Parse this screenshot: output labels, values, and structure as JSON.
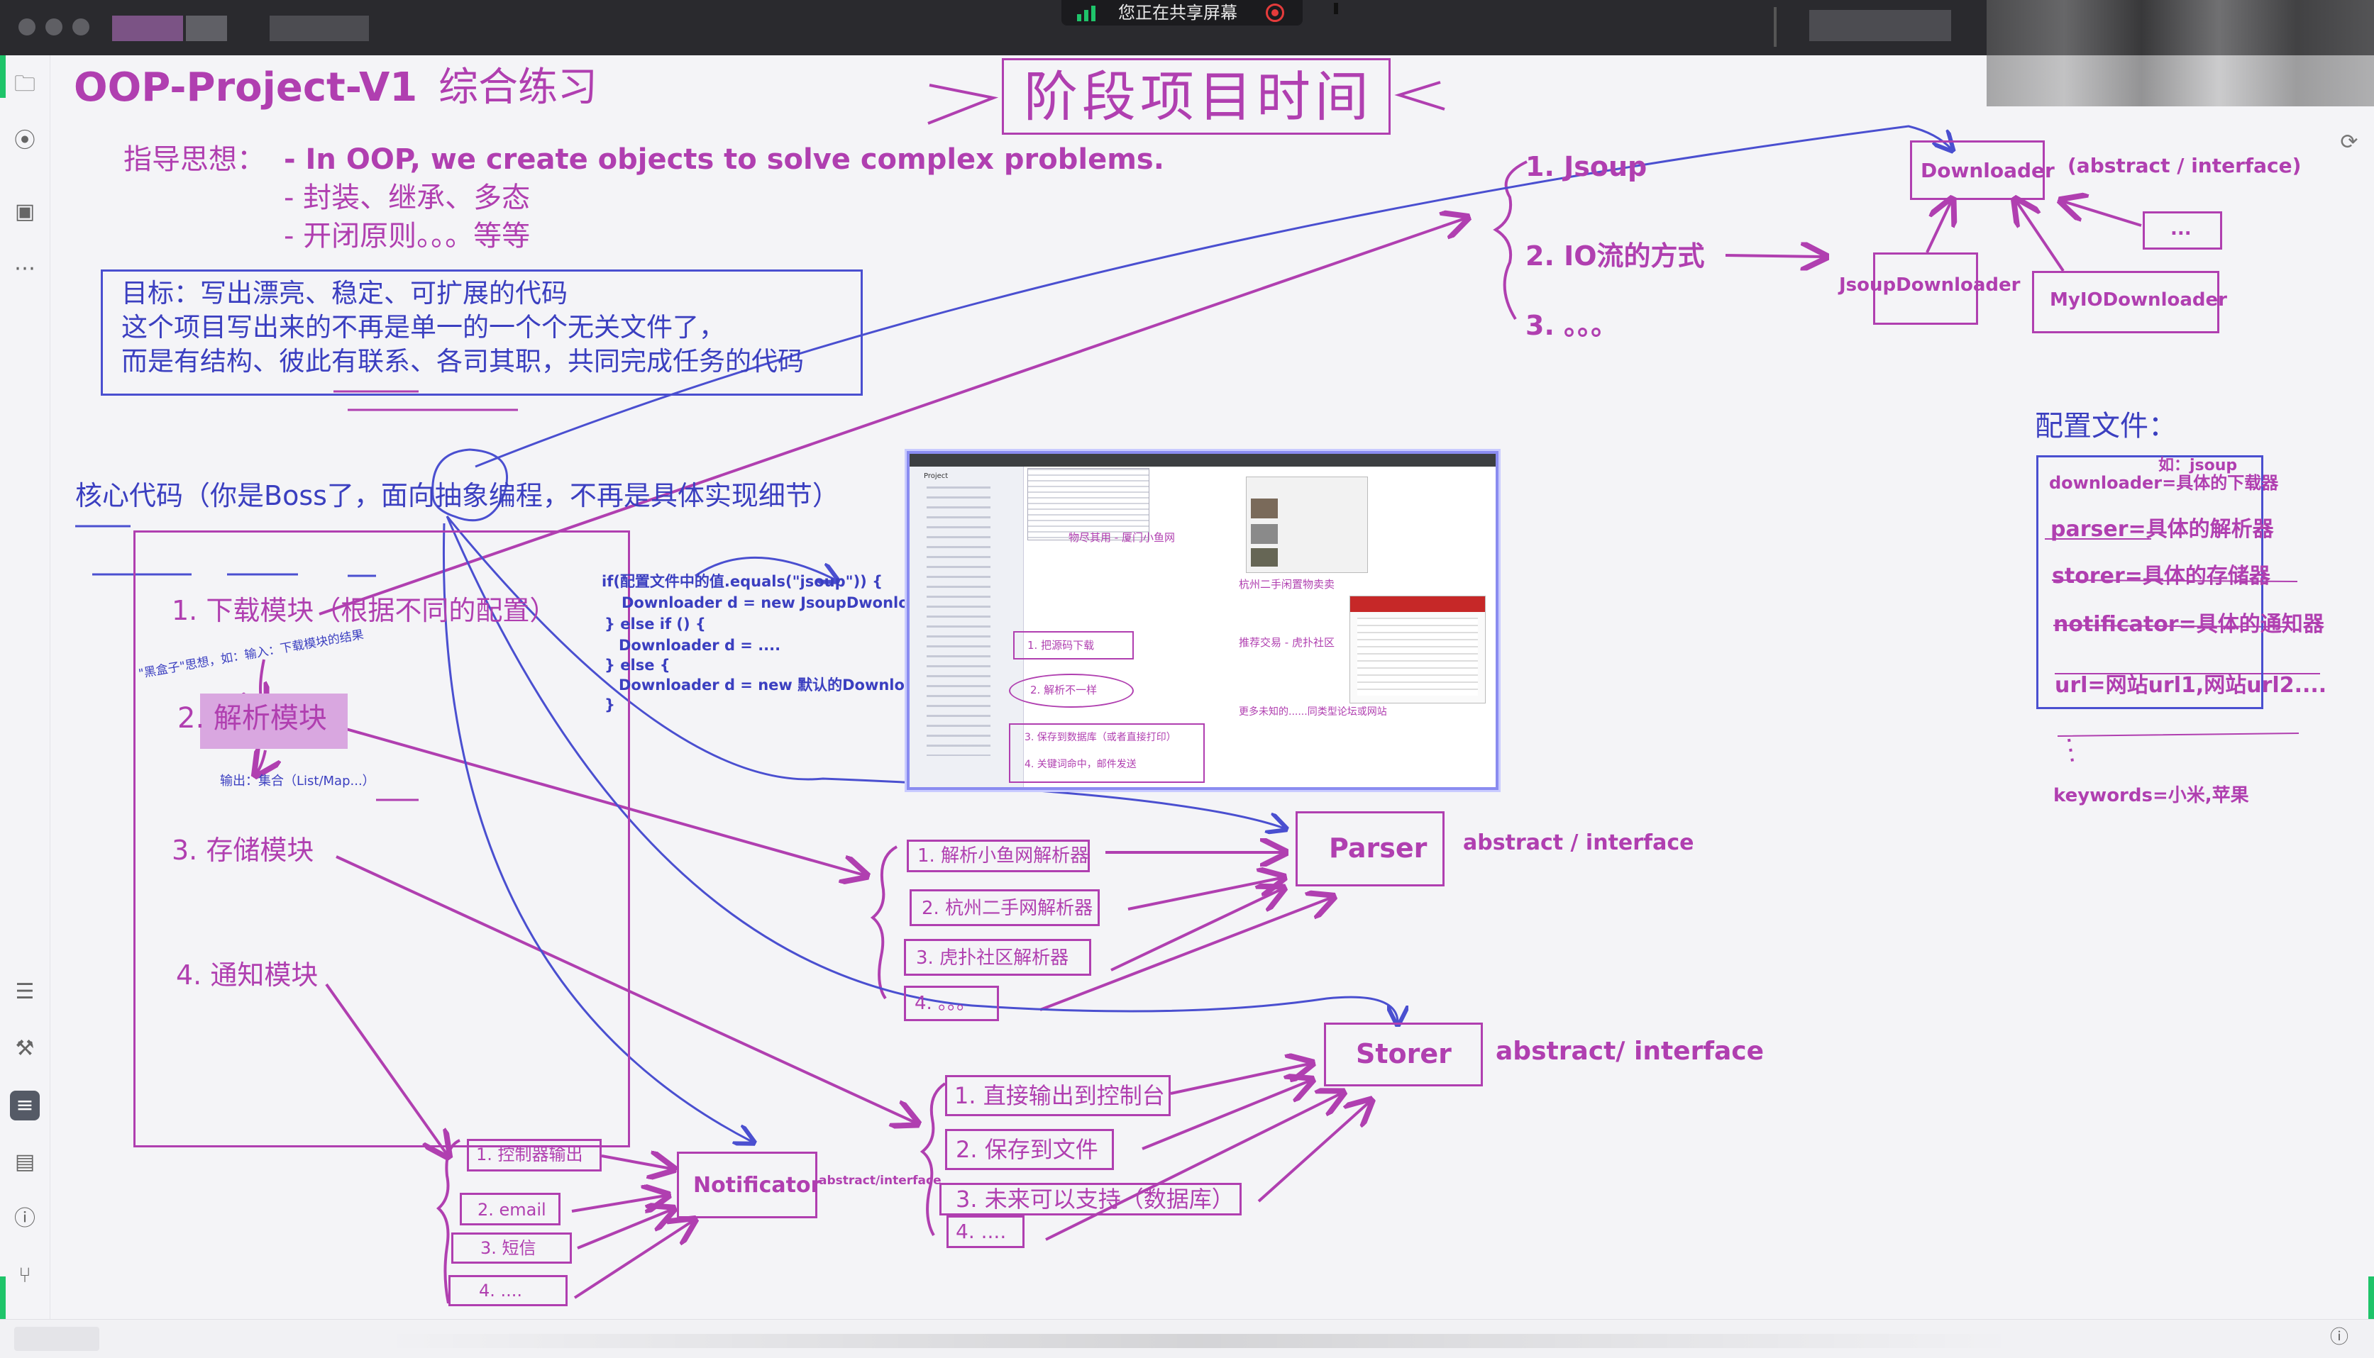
{
  "sharing": {
    "label": "您正在共享屏幕"
  },
  "title": {
    "main": "OOP-Project-V1",
    "sub": "综合练习",
    "boxed": "阶段项目时间"
  },
  "guide": {
    "label": "指导思想：",
    "items": [
      "- In OOP, we create objects to solve complex problems.",
      "- 封装、继承、多态",
      "- 开闭原则。。。等等"
    ]
  },
  "goal": {
    "lines": [
      "目标：写出漂亮、稳定、可扩展的代码",
      "这个项目写出来的不再是单一的一个个无关文件了，",
      "而是有结构、彼此有联系、各司其职，共同完成任务的代码"
    ]
  },
  "core": {
    "label": "核心代码（你是Boss了，面向抽象编程，不再是具体实现细节）"
  },
  "modules": {
    "m1": "1. 下载模块（根据不同的配置）",
    "m2": "2. 解析模块",
    "m3": "3. 存储模块",
    "m4": "4. 通知模块",
    "note_in": "\"黑盒子\"思想，如：输入：下载模块的结果",
    "note_out": "输出：集合（List/Map...）"
  },
  "code": {
    "lines": [
      "if(配置文件中的值.equals(\"jsoup\")) {",
      "Downloader d = new JsoupDwonloader();",
      "} else if () {",
      "Downloader d = ....",
      "} else {",
      "Downloader d = new 默认的Downloader();",
      "}"
    ]
  },
  "download": {
    "ways": [
      "1. Jsoup",
      "2. IO流的方式",
      "3. 。。。"
    ],
    "downloader": "Downloader",
    "abstract": "(abstract / interface)",
    "jsoup": "JsoupDownloader",
    "myio": "MyIODownloader",
    "more": "..."
  },
  "config": {
    "title": "配置文件：",
    "lines": [
      "如：jsoup",
      "downloader=具体的下载器",
      "parser=具体的解析器",
      "storer=具体的存储器",
      "notificator=具体的通知器",
      "url=网站url1,网站url2...."
    ],
    "dots": "：",
    "keywords": "keywords=小米,苹果"
  },
  "parser": {
    "name": "Parser",
    "abstract": "abstract / interface",
    "items": [
      "1. 解析小鱼网解析器",
      "2. 杭州二手网解析器",
      "3. 虎扑社区解析器",
      "4. 。。。"
    ]
  },
  "storer": {
    "name": "Storer",
    "abstract": "abstract/ interface",
    "items": [
      "1. 直接输出到控制台",
      "2. 保存到文件",
      "3. 未来可以支持（数据库）",
      "4. ...."
    ]
  },
  "notificator": {
    "name": "Notificator",
    "abstract": "abstract/interface",
    "items": [
      "1. 控制器输出",
      "2. email",
      "3. 短信",
      "4. ...."
    ]
  },
  "screenshot": {
    "labels": [
      "物尽其用 - 厦门小鱼网",
      "杭州二手闲置物卖卖",
      "推荐交易 - 虎扑社区",
      "更多未知的......同类型论坛或网站",
      "1. 把源码下载",
      "2. 解析不一样",
      "3. 保存到数据库（或者直接打印）",
      "4. 关键词命中，邮件发送"
    ],
    "sidebar_title": "Project"
  },
  "colors": {
    "pink": "#b03fb0",
    "blue": "#3b3fc0",
    "highlight": "#d9a7e0"
  }
}
